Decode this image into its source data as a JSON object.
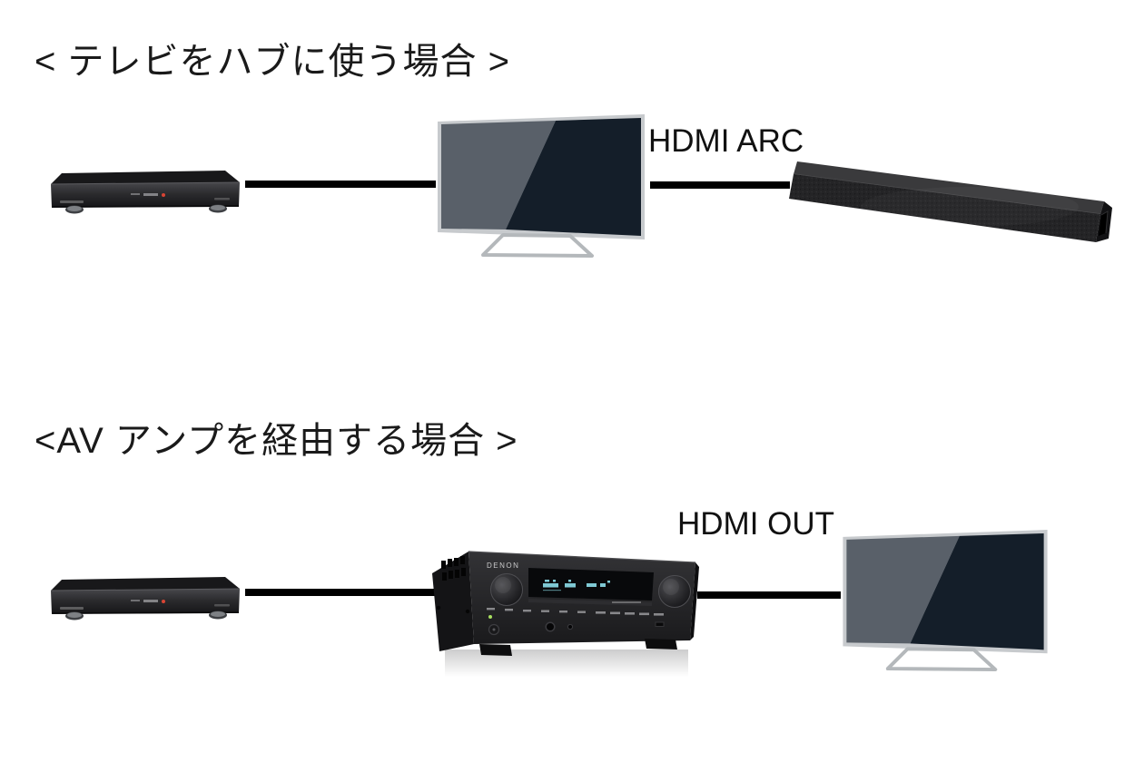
{
  "page": {
    "background": "#ffffff",
    "text_color": "#1a1a1a",
    "cable_color": "#000000"
  },
  "sections": [
    {
      "heading": "< テレビをハブに使う場合 >",
      "connection_label": "HDMI ARC",
      "devices": [
        "blu-ray-recorder",
        "tv",
        "soundbar"
      ]
    },
    {
      "heading": "<AV アンプを経由する場合 >",
      "connection_label": "HDMI OUT",
      "devices": [
        "blu-ray-recorder",
        "av-receiver",
        "tv"
      ]
    }
  ],
  "devices": {
    "av_receiver": {
      "brand_label": "DENON",
      "display_color": "#7fc9d4"
    },
    "tv": {
      "screen_light": "#596069",
      "screen_dark": "#141e29",
      "bezel": "#c7cacd"
    },
    "soundbar": {
      "body": "#242426"
    },
    "blu_ray_recorder": {
      "body": "#2a2a2d"
    }
  }
}
